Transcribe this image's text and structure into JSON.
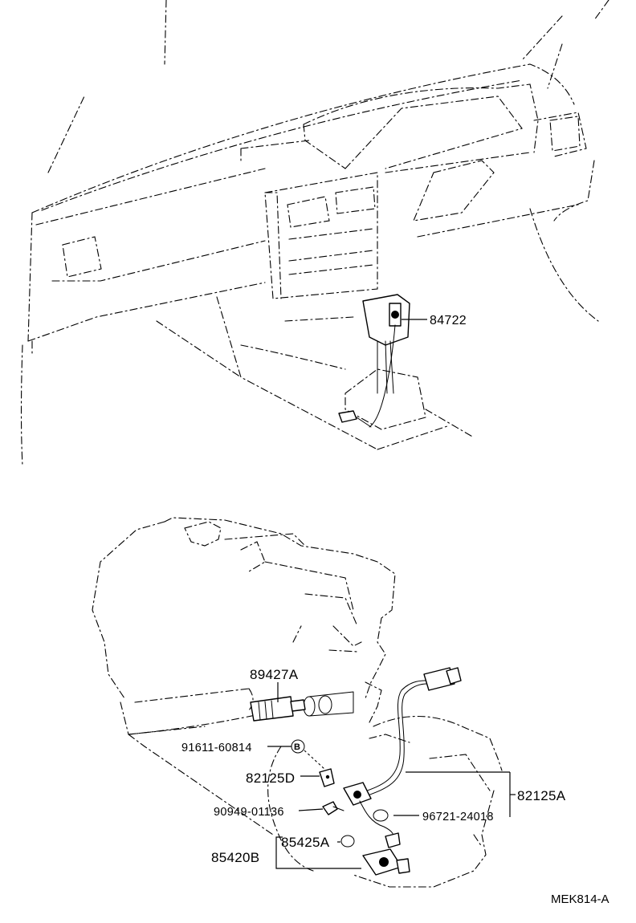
{
  "parts": {
    "p84722": "84722",
    "p89427A": "89427A",
    "p91611": "91611-60814",
    "pB": "B",
    "p82125D": "82125D",
    "p90949": "90949-01136",
    "p85425A": "85425A",
    "p85420B": "85420B",
    "p96721": "96721-24018",
    "p82125A": "82125A"
  },
  "figure_code": "MEK814-A"
}
